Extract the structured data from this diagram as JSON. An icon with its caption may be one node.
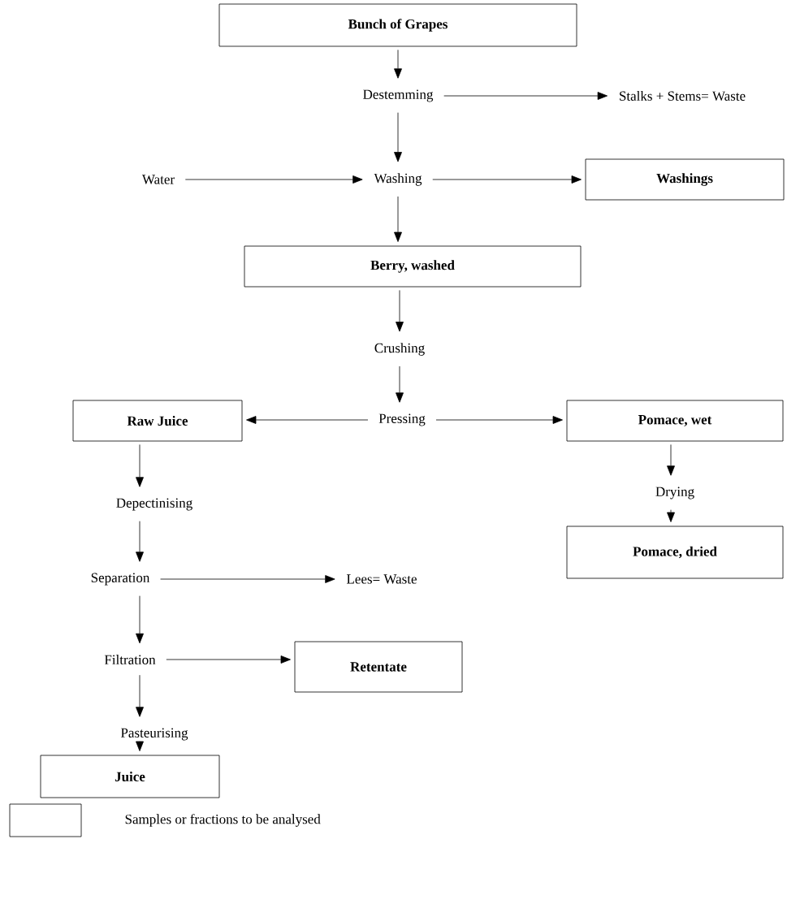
{
  "diagram": {
    "nodes": [
      {
        "text": [
          "Bunch of Grapes"
        ]
      },
      {
        "text": [
          "Destemming"
        ]
      },
      {
        "text": [
          "Stalks + Stems= Waste"
        ]
      },
      {
        "text": [
          "Water"
        ]
      },
      {
        "text": [
          "Washing"
        ]
      },
      {
        "text": [
          "Washings"
        ]
      },
      {
        "text": [
          "Berry, washed"
        ]
      },
      {
        "text": [
          "Crushing"
        ]
      },
      {
        "text": [
          "Raw Juice"
        ]
      },
      {
        "text": [
          "Pressing"
        ]
      },
      {
        "text": [
          "Pomace, wet"
        ]
      },
      {
        "text": [
          "Drying"
        ]
      },
      {
        "text": [
          "Pomace, dried"
        ]
      },
      {
        "text": [
          "Depectinising"
        ]
      },
      {
        "text": [
          "Separation"
        ]
      },
      {
        "text": [
          "Lees= Waste"
        ]
      },
      {
        "text": [
          "Filtration"
        ]
      },
      {
        "text": [
          "Retentate"
        ]
      },
      {
        "text": [
          "Pasteurising"
        ]
      },
      {
        "text": [
          "Juice"
        ]
      }
    ],
    "edges": [
      {
        "from": 0,
        "to": 1,
        "arrow": "to"
      },
      {
        "from": 1,
        "to": 2,
        "arrow": "to"
      },
      {
        "from": 1,
        "to": 4,
        "arrow": "to"
      },
      {
        "from": 3,
        "to": 4,
        "arrow": "to"
      },
      {
        "from": 4,
        "to": 5,
        "arrow": "to"
      },
      {
        "from": 4,
        "to": 6,
        "arrow": "to"
      },
      {
        "from": 6,
        "to": 7,
        "arrow": "to"
      },
      {
        "from": 7,
        "to": 9,
        "arrow": "to"
      },
      {
        "from": 9,
        "to": 8,
        "arrow": "to"
      },
      {
        "from": 9,
        "to": 10,
        "arrow": "to"
      },
      {
        "from": 10,
        "to": 11,
        "arrow": "to"
      },
      {
        "from": 11,
        "to": 12,
        "arrow": "to"
      },
      {
        "from": 8,
        "to": 13,
        "arrow": "to"
      },
      {
        "from": 13,
        "to": 14,
        "arrow": "to"
      },
      {
        "from": 14,
        "to": 15,
        "arrow": "to"
      },
      {
        "from": 14,
        "to": 16,
        "arrow": "to"
      },
      {
        "from": 16,
        "to": 17,
        "arrow": "to"
      },
      {
        "from": 16,
        "to": 18,
        "arrow": "to"
      },
      {
        "from": 18,
        "to": 19,
        "arrow": "to"
      }
    ],
    "legend": [
      {
        "text": "Samples or fractions to be analysed"
      }
    ]
  }
}
